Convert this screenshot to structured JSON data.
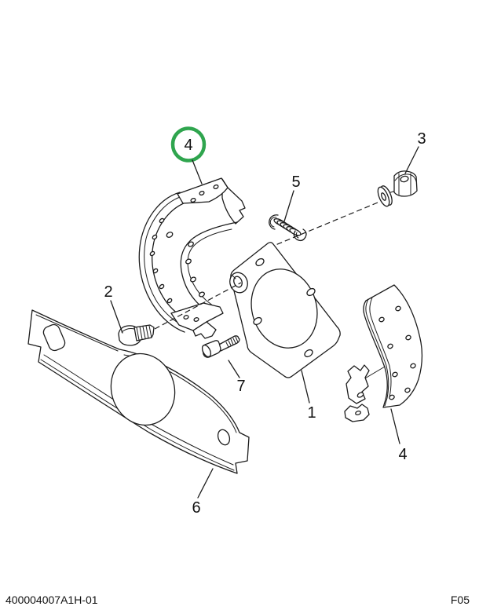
{
  "figure": {
    "type": "exploded-parts-diagram",
    "footer": {
      "left_text": "400004007A1H-01",
      "right_text": "F05"
    },
    "highlight": {
      "color": "#2FA54E",
      "highlighted_callout": "4"
    },
    "callouts": {
      "c4_top": {
        "label": "4"
      },
      "c3": {
        "label": "3"
      },
      "c5": {
        "label": "5"
      },
      "c2": {
        "label": "2"
      },
      "c7": {
        "label": "7"
      },
      "c1": {
        "label": "1"
      },
      "c4_right": {
        "label": "4"
      },
      "c6": {
        "label": "6"
      }
    }
  }
}
